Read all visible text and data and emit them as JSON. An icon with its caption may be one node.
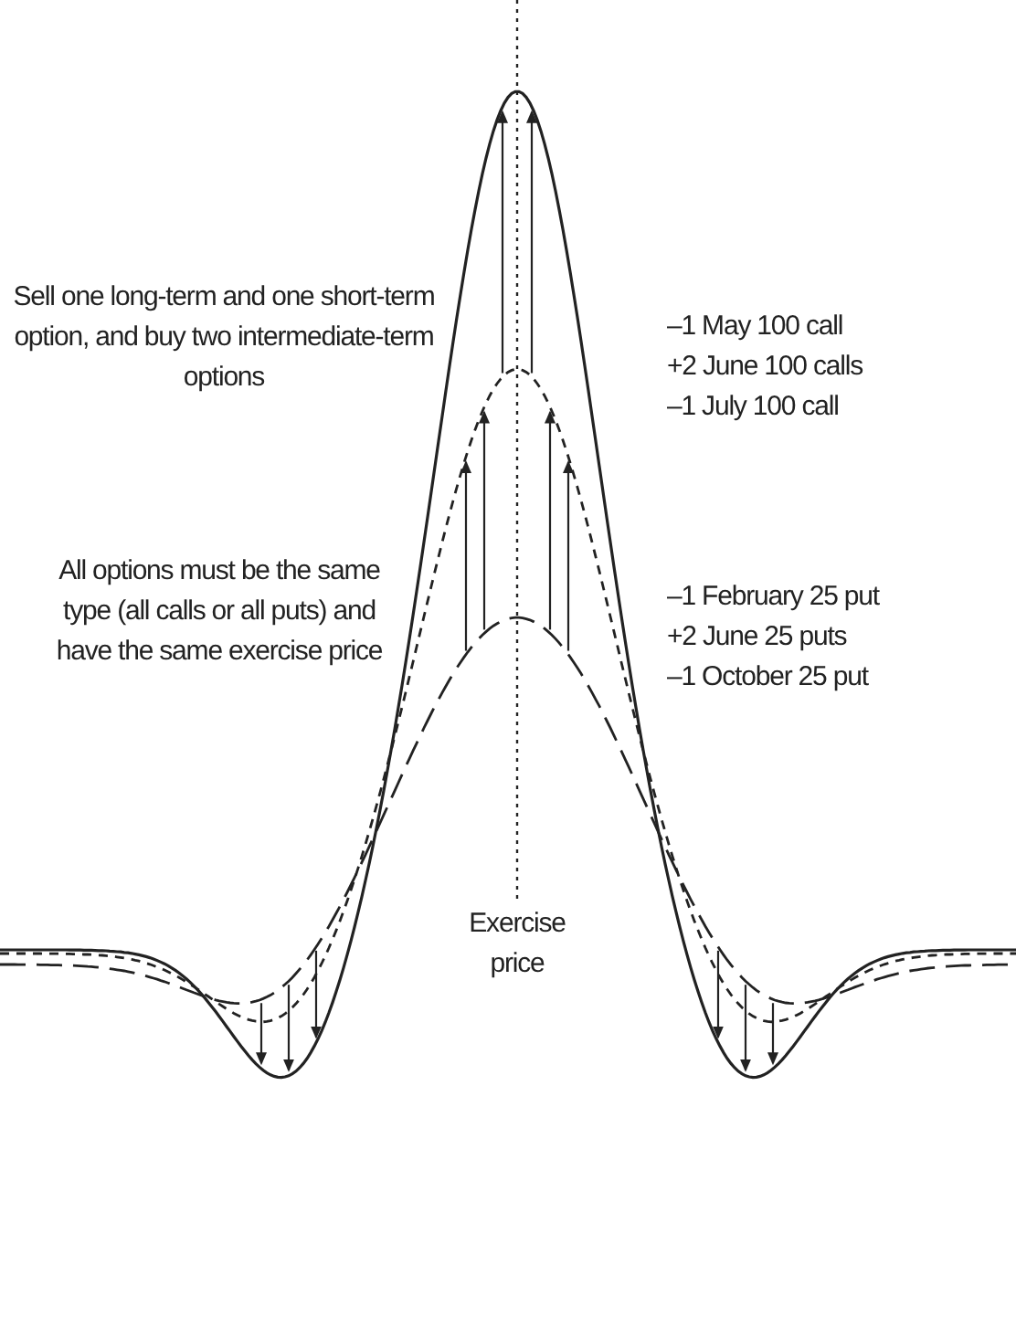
{
  "diagram": {
    "labels": [
      "Sell one long-term and one short-term option, and buy two intermediate-term options",
      "–1 May 100 call",
      "+2 June 100 calls",
      "–1 July 100 call",
      "All options must be the same type (all calls or all puts) and have the same exercise price",
      "–1 February 25 put",
      "+2 June 25 puts",
      "–1 October 25 put",
      "Exercise price"
    ]
  }
}
